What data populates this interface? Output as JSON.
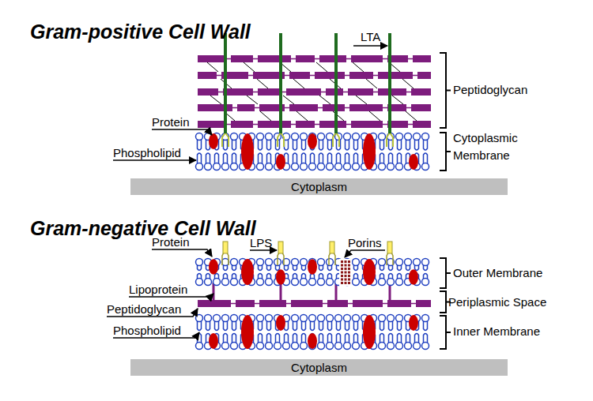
{
  "diagram": {
    "nodes": [
      {
        "text": [
          "Cytoplasm"
        ]
      },
      {
        "text": [
          "Cytoplasm"
        ]
      }
    ],
    "labels": [
      "Gram-positive Cell Wall",
      "LTA",
      "Peptidoglycan",
      "Protein",
      "Cytoplasmic Membrane",
      "Phospholipid",
      "Gram-negative Cell Wall",
      "Protein",
      "LPS",
      "Porins",
      "Outer Membrane",
      "Lipoprotein",
      "Periplasmic Space",
      "Peptidoglycan",
      "Phospholipid",
      "Inner Membrane"
    ]
  }
}
